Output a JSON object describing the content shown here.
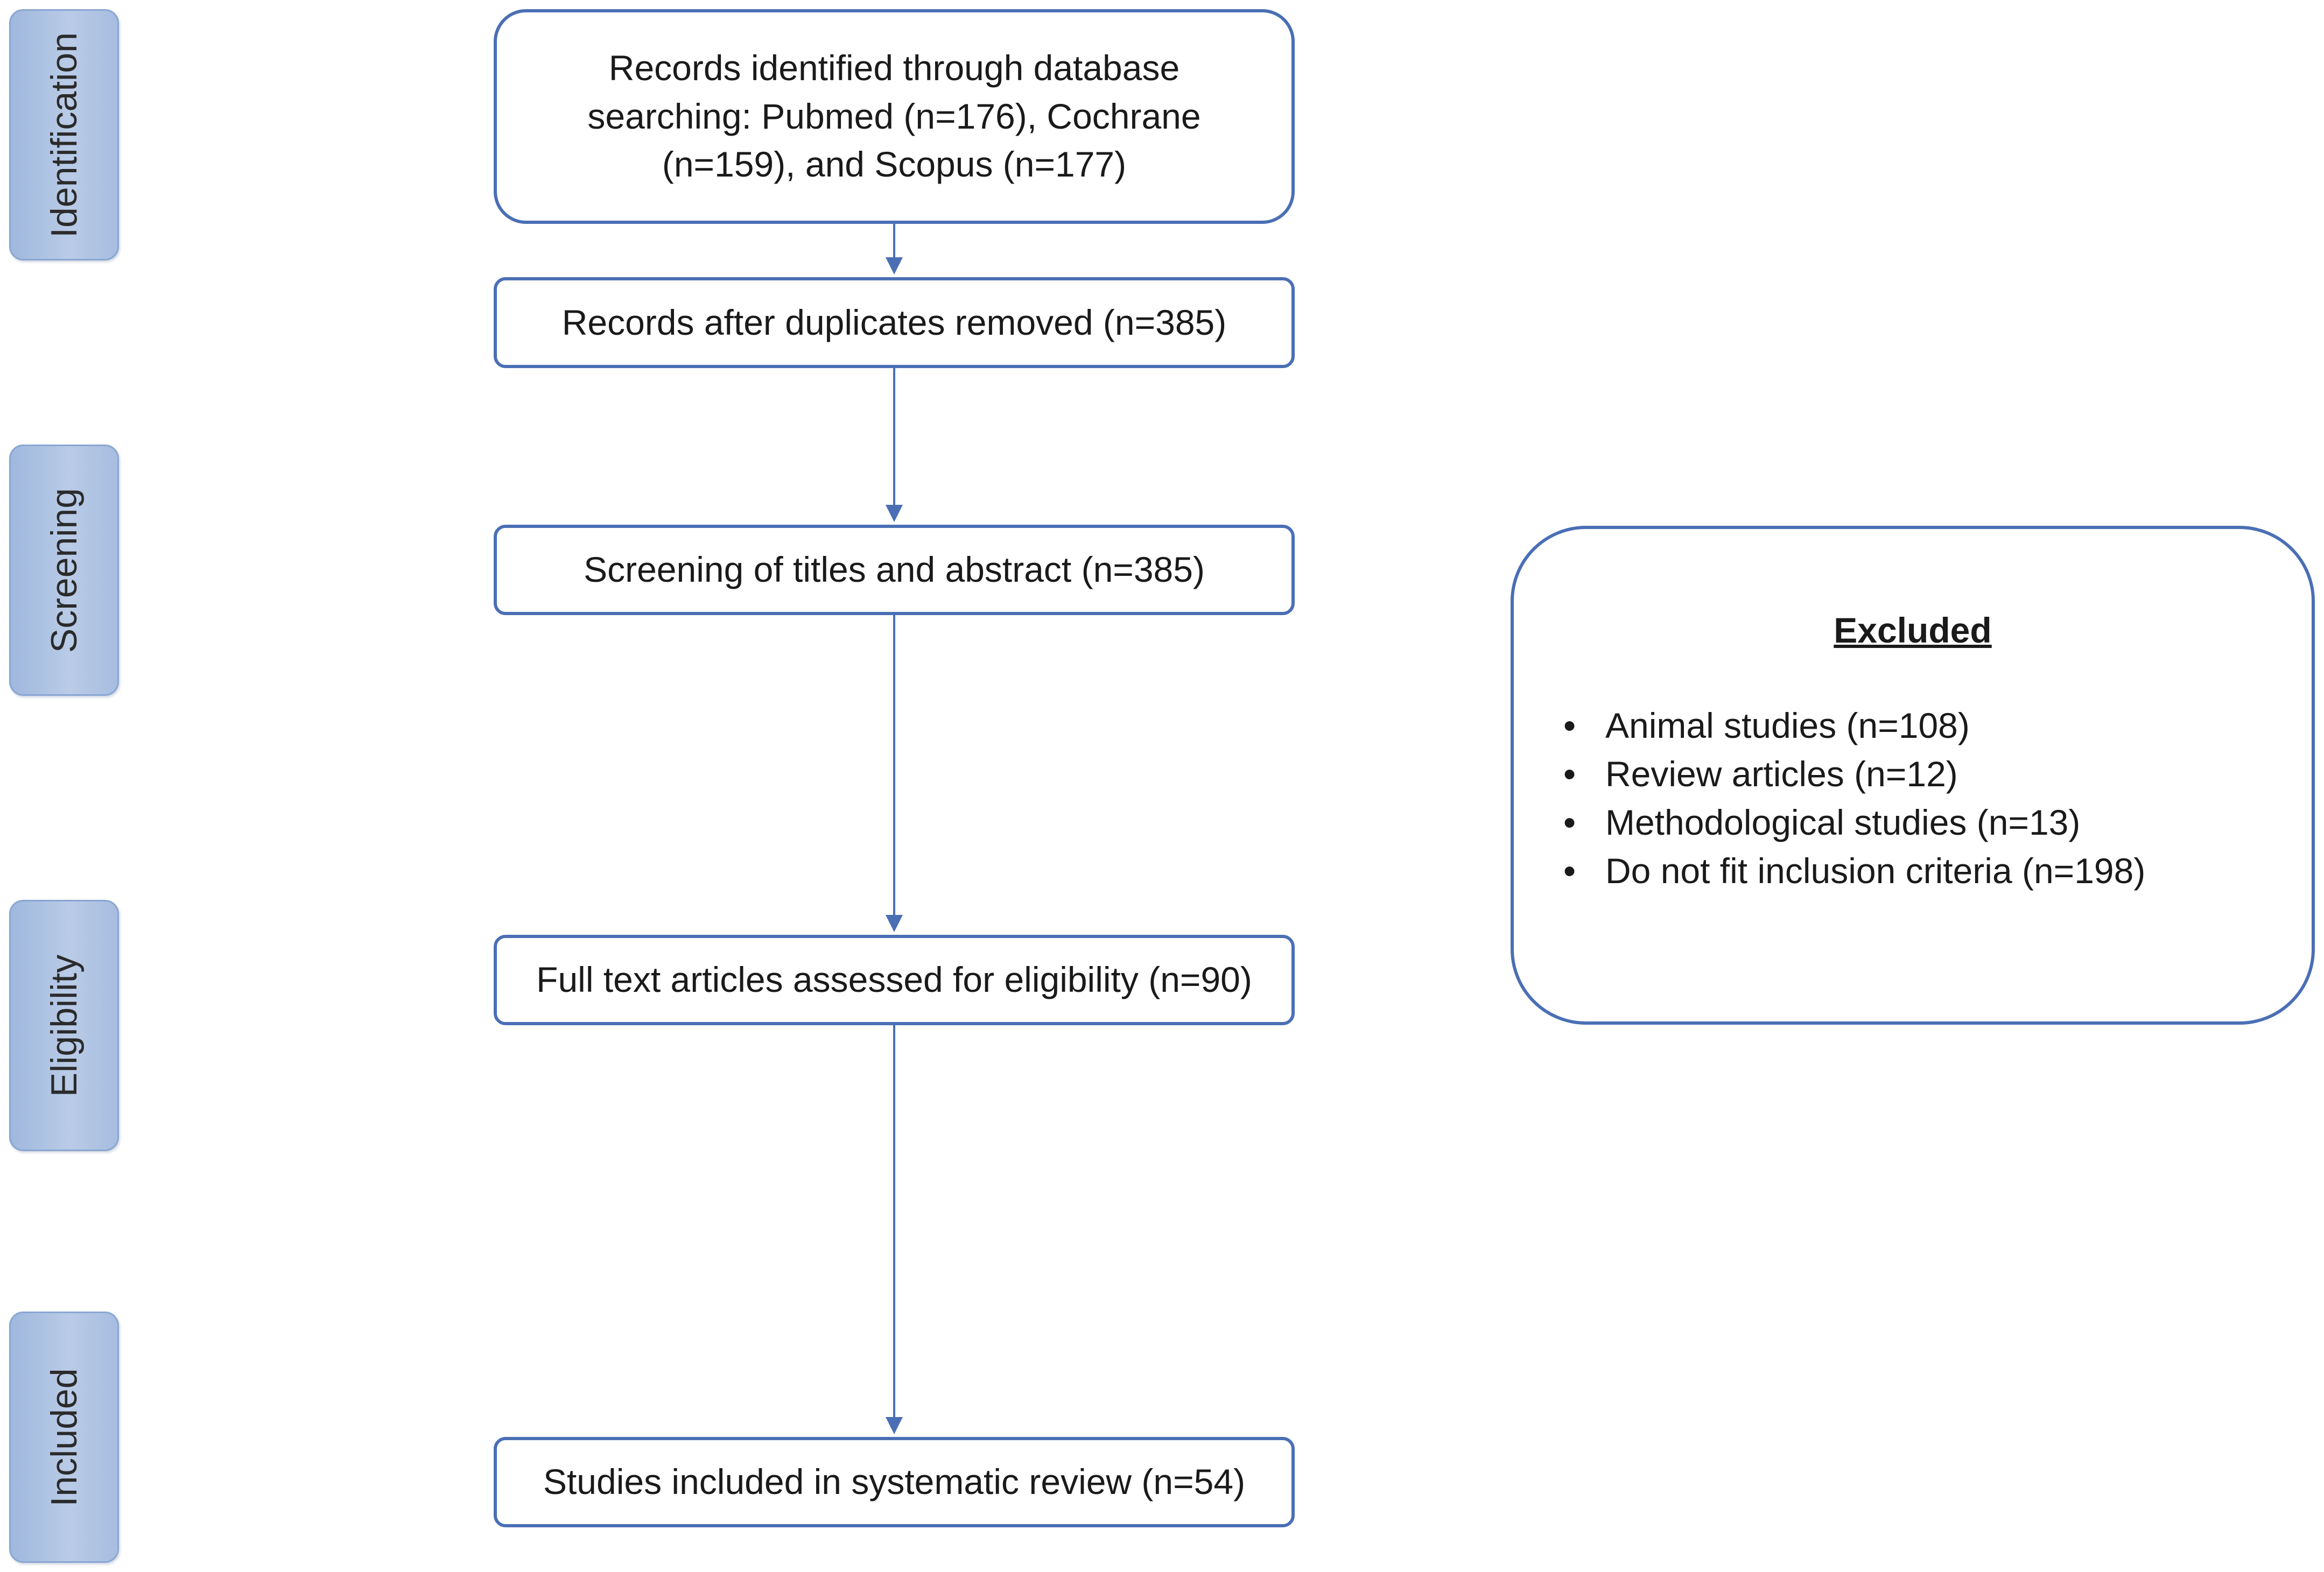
{
  "stages": [
    {
      "id": "identification",
      "label": "Identification"
    },
    {
      "id": "screening",
      "label": "Screening"
    },
    {
      "id": "eligibility",
      "label": "Eligibility"
    },
    {
      "id": "included",
      "label": "Included"
    }
  ],
  "boxes": {
    "records_identified": "Records identified through database searching: Pubmed (n=176), Cochrane (n=159), and Scopus (n=177)",
    "duplicates_removed": "Records after duplicates removed (n=385)",
    "screening": "Screening of titles and abstract (n=385)",
    "full_text": "Full text articles assessed for eligibility (n=90)",
    "included": "Studies included in systematic review (n=54)"
  },
  "excluded": {
    "title": "Excluded",
    "items": [
      "Animal studies (n=108)",
      "Review articles (n=12)",
      "Methodological studies (n=13)",
      "Do not fit inclusion criteria (n=198)"
    ]
  },
  "colors": {
    "box_border": "#4a6fb5",
    "arrow": "#4a6fb5",
    "stage_fill": "#b9cbe7"
  }
}
